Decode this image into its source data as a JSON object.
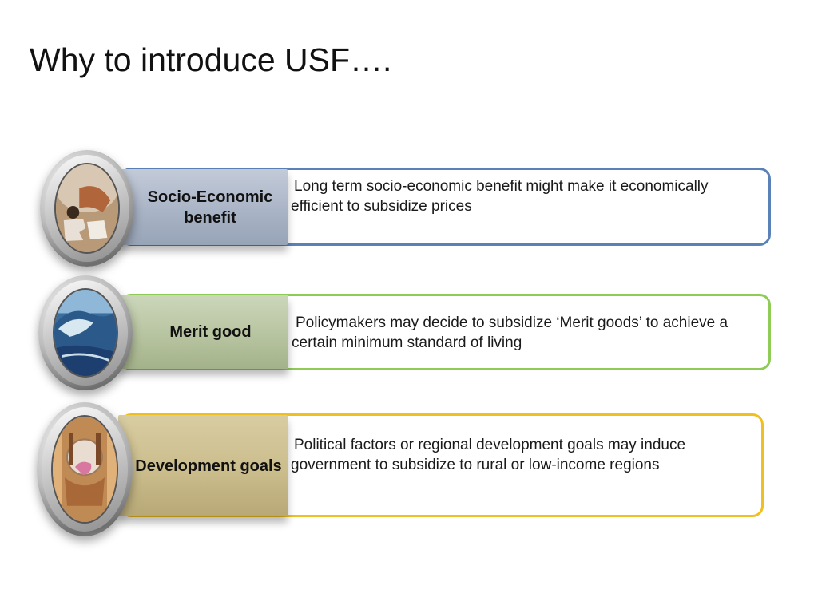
{
  "title": "Why to introduce USF….",
  "items": [
    {
      "label": "Socio-Economic benefit",
      "description": "Long term socio-economic benefit might make it economically efficient to subsidize prices",
      "icon": "puzzle-hand-icon",
      "label_color": "#a9b4c6",
      "border_color": "#5a82b8"
    },
    {
      "label": "Merit good",
      "description": "Policymakers may decide  to subsidize ‘Merit goods’ to achieve a certain minimum standard of living",
      "icon": "ocean-wave-icon",
      "label_color": "#b7c4a0",
      "border_color": "#8fcc55"
    },
    {
      "label": "Development goals",
      "description": "Political factors  or regional development goals may induce government to subsidize to rural or low-income regions",
      "icon": "crystal-ball-hands-icon",
      "label_color": "#cbbd8c",
      "border_color": "#f0c020"
    }
  ]
}
